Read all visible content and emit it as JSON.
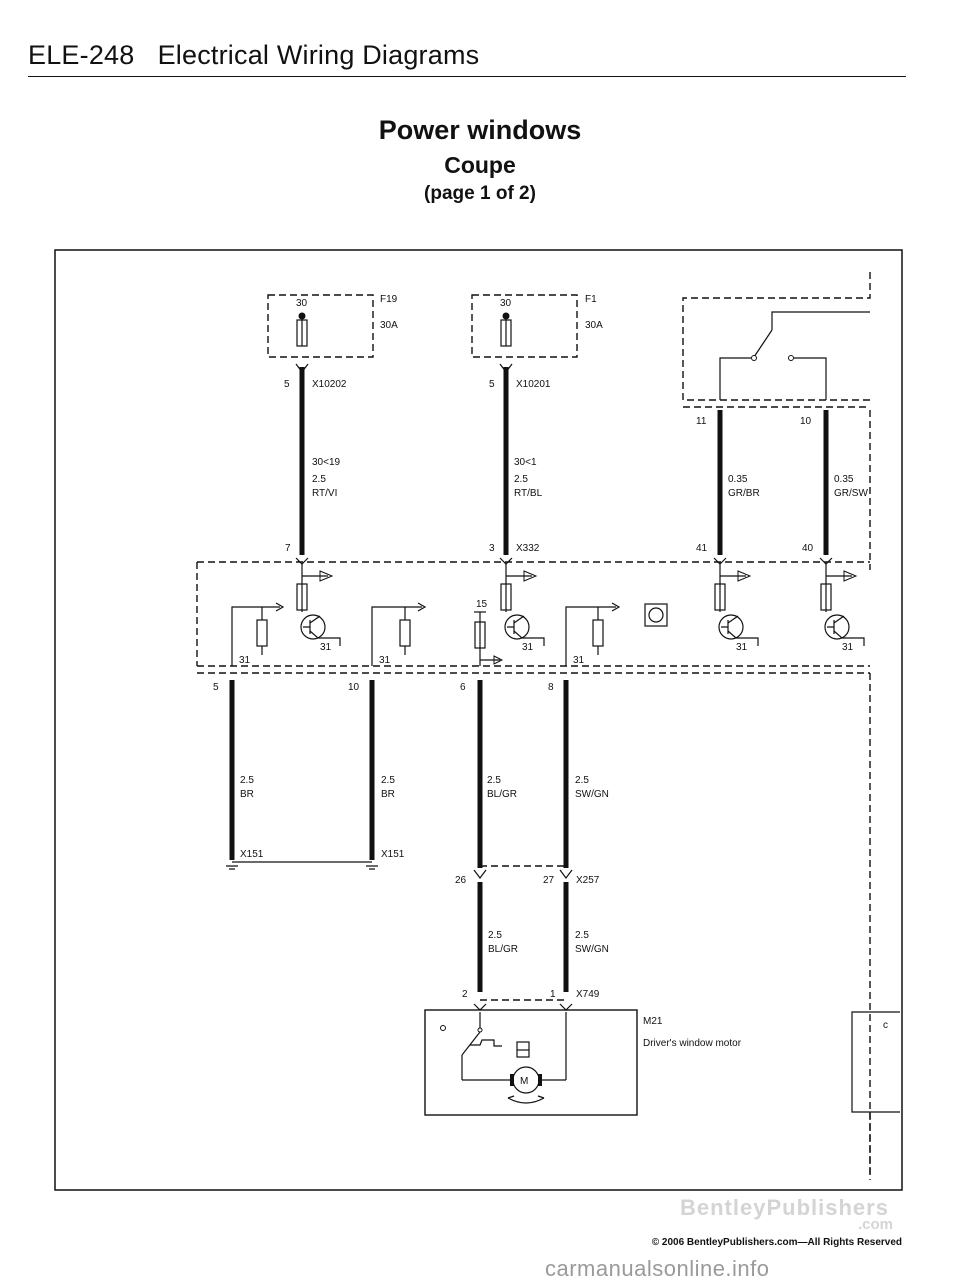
{
  "header": {
    "page_id": "ELE-248",
    "section": "Electrical Wiring Diagrams"
  },
  "title": {
    "main": "Power windows",
    "sub": "Coupe",
    "page": "(page 1 of 2)"
  },
  "fuses": [
    {
      "terminal": "30",
      "name": "F19",
      "rating": "30A"
    },
    {
      "terminal": "30",
      "name": "F1",
      "rating": "30A"
    }
  ],
  "connectors": {
    "x10202": {
      "name": "X10202",
      "pin": "5"
    },
    "x10201": {
      "name": "X10201",
      "pin": "5"
    },
    "x332": {
      "name": "X332",
      "pins": [
        "7",
        "3",
        "41",
        "40"
      ]
    },
    "x151": {
      "name": "X151"
    },
    "x257": {
      "name": "X257",
      "pins": [
        "26",
        "27"
      ]
    },
    "x749": {
      "name": "X749",
      "pins": [
        "2",
        "1"
      ]
    },
    "switch_pins": [
      "11",
      "10"
    ]
  },
  "wires": {
    "w1": {
      "circuit": "30<19",
      "gauge": "2.5",
      "color": "RT/VI"
    },
    "w2": {
      "circuit": "30<1",
      "gauge": "2.5",
      "color": "RT/BL"
    },
    "w3": {
      "gauge": "0.35",
      "color": "GR/BR"
    },
    "w4": {
      "gauge": "0.35",
      "color": "GR/SW"
    },
    "w5": {
      "gauge": "2.5",
      "color": "BR"
    },
    "w6": {
      "gauge": "2.5",
      "color": "BR"
    },
    "w7": {
      "gauge": "2.5",
      "color": "BL/GR"
    },
    "w8": {
      "gauge": "2.5",
      "color": "SW/GN"
    },
    "w9": {
      "gauge": "2.5",
      "color": "BL/GR"
    },
    "w10": {
      "gauge": "2.5",
      "color": "SW/GN"
    }
  },
  "module": {
    "ground_label": "31",
    "output_pins": [
      "5",
      "10",
      "6",
      "8"
    ],
    "pin15": "15"
  },
  "motor": {
    "id": "M21",
    "name": "Driver's window motor",
    "symbol": "M"
  },
  "right_stub": "c",
  "footer": {
    "brand": "BentleyPublishers",
    "brand_suffix": ".com",
    "copyright": "© 2006 BentleyPublishers.com—All Rights Reserved",
    "watermark": "carmanualsonline.info"
  }
}
